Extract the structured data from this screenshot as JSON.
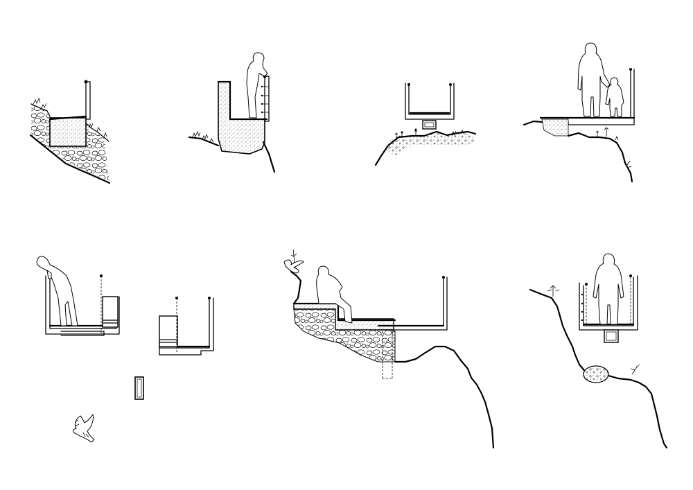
{
  "sheet": {
    "sections": [
      {
        "id": "section-1",
        "elements": [
          "rubble-wall",
          "concrete-bench",
          "railing",
          "sloped-ground"
        ]
      },
      {
        "id": "section-2",
        "elements": [
          "concrete-wall",
          "railing",
          "person-leaning",
          "ground"
        ]
      },
      {
        "id": "section-3",
        "elements": [
          "u-channel-viewing-deck",
          "support-block",
          "ground",
          "plants"
        ]
      },
      {
        "id": "section-4",
        "elements": [
          "cantilever-deck",
          "railing",
          "adult-and-child",
          "cliff-edge"
        ]
      },
      {
        "id": "section-5",
        "elements": [
          "viewing-box",
          "bench-frame",
          "person-leaning"
        ]
      },
      {
        "id": "section-6",
        "elements": [
          "viewing-box",
          "bench-frame",
          "post",
          "bird"
        ]
      },
      {
        "id": "section-7",
        "elements": [
          "stepped-seat",
          "rubble-fill",
          "cantilever-deck",
          "person-seated",
          "cliff"
        ]
      },
      {
        "id": "section-8",
        "elements": [
          "viewing-box",
          "support-block",
          "person-standing",
          "boulder",
          "cliff"
        ]
      }
    ]
  },
  "colors": {
    "line": "#000000",
    "background": "#ffffff",
    "hatch": "#000000"
  },
  "icons": [
    "person-silhouette-icon",
    "child-silhouette-icon",
    "bird-icon",
    "plant-icon",
    "boulder-icon"
  ]
}
